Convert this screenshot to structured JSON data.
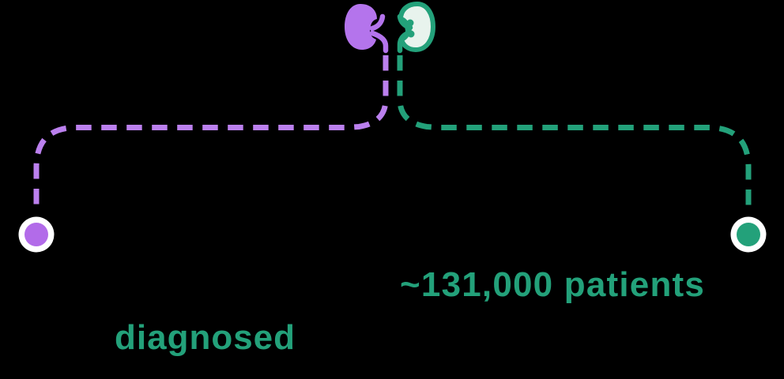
{
  "background": "#000000",
  "colors": {
    "purple": "#b474ec",
    "purple_dash": "#bb80ee",
    "purple_dot": "#b26be9",
    "green": "#23a17a",
    "mint": "#e8f3ed",
    "ring": "#ffffff"
  },
  "icons": {
    "left_kidney": "kidney-icon-purple-solid",
    "right_kidney": "kidney-icon-green-outline"
  },
  "branches": {
    "right": {
      "label": "~131,000 patients"
    },
    "left": {
      "label": "diagnosed"
    }
  }
}
